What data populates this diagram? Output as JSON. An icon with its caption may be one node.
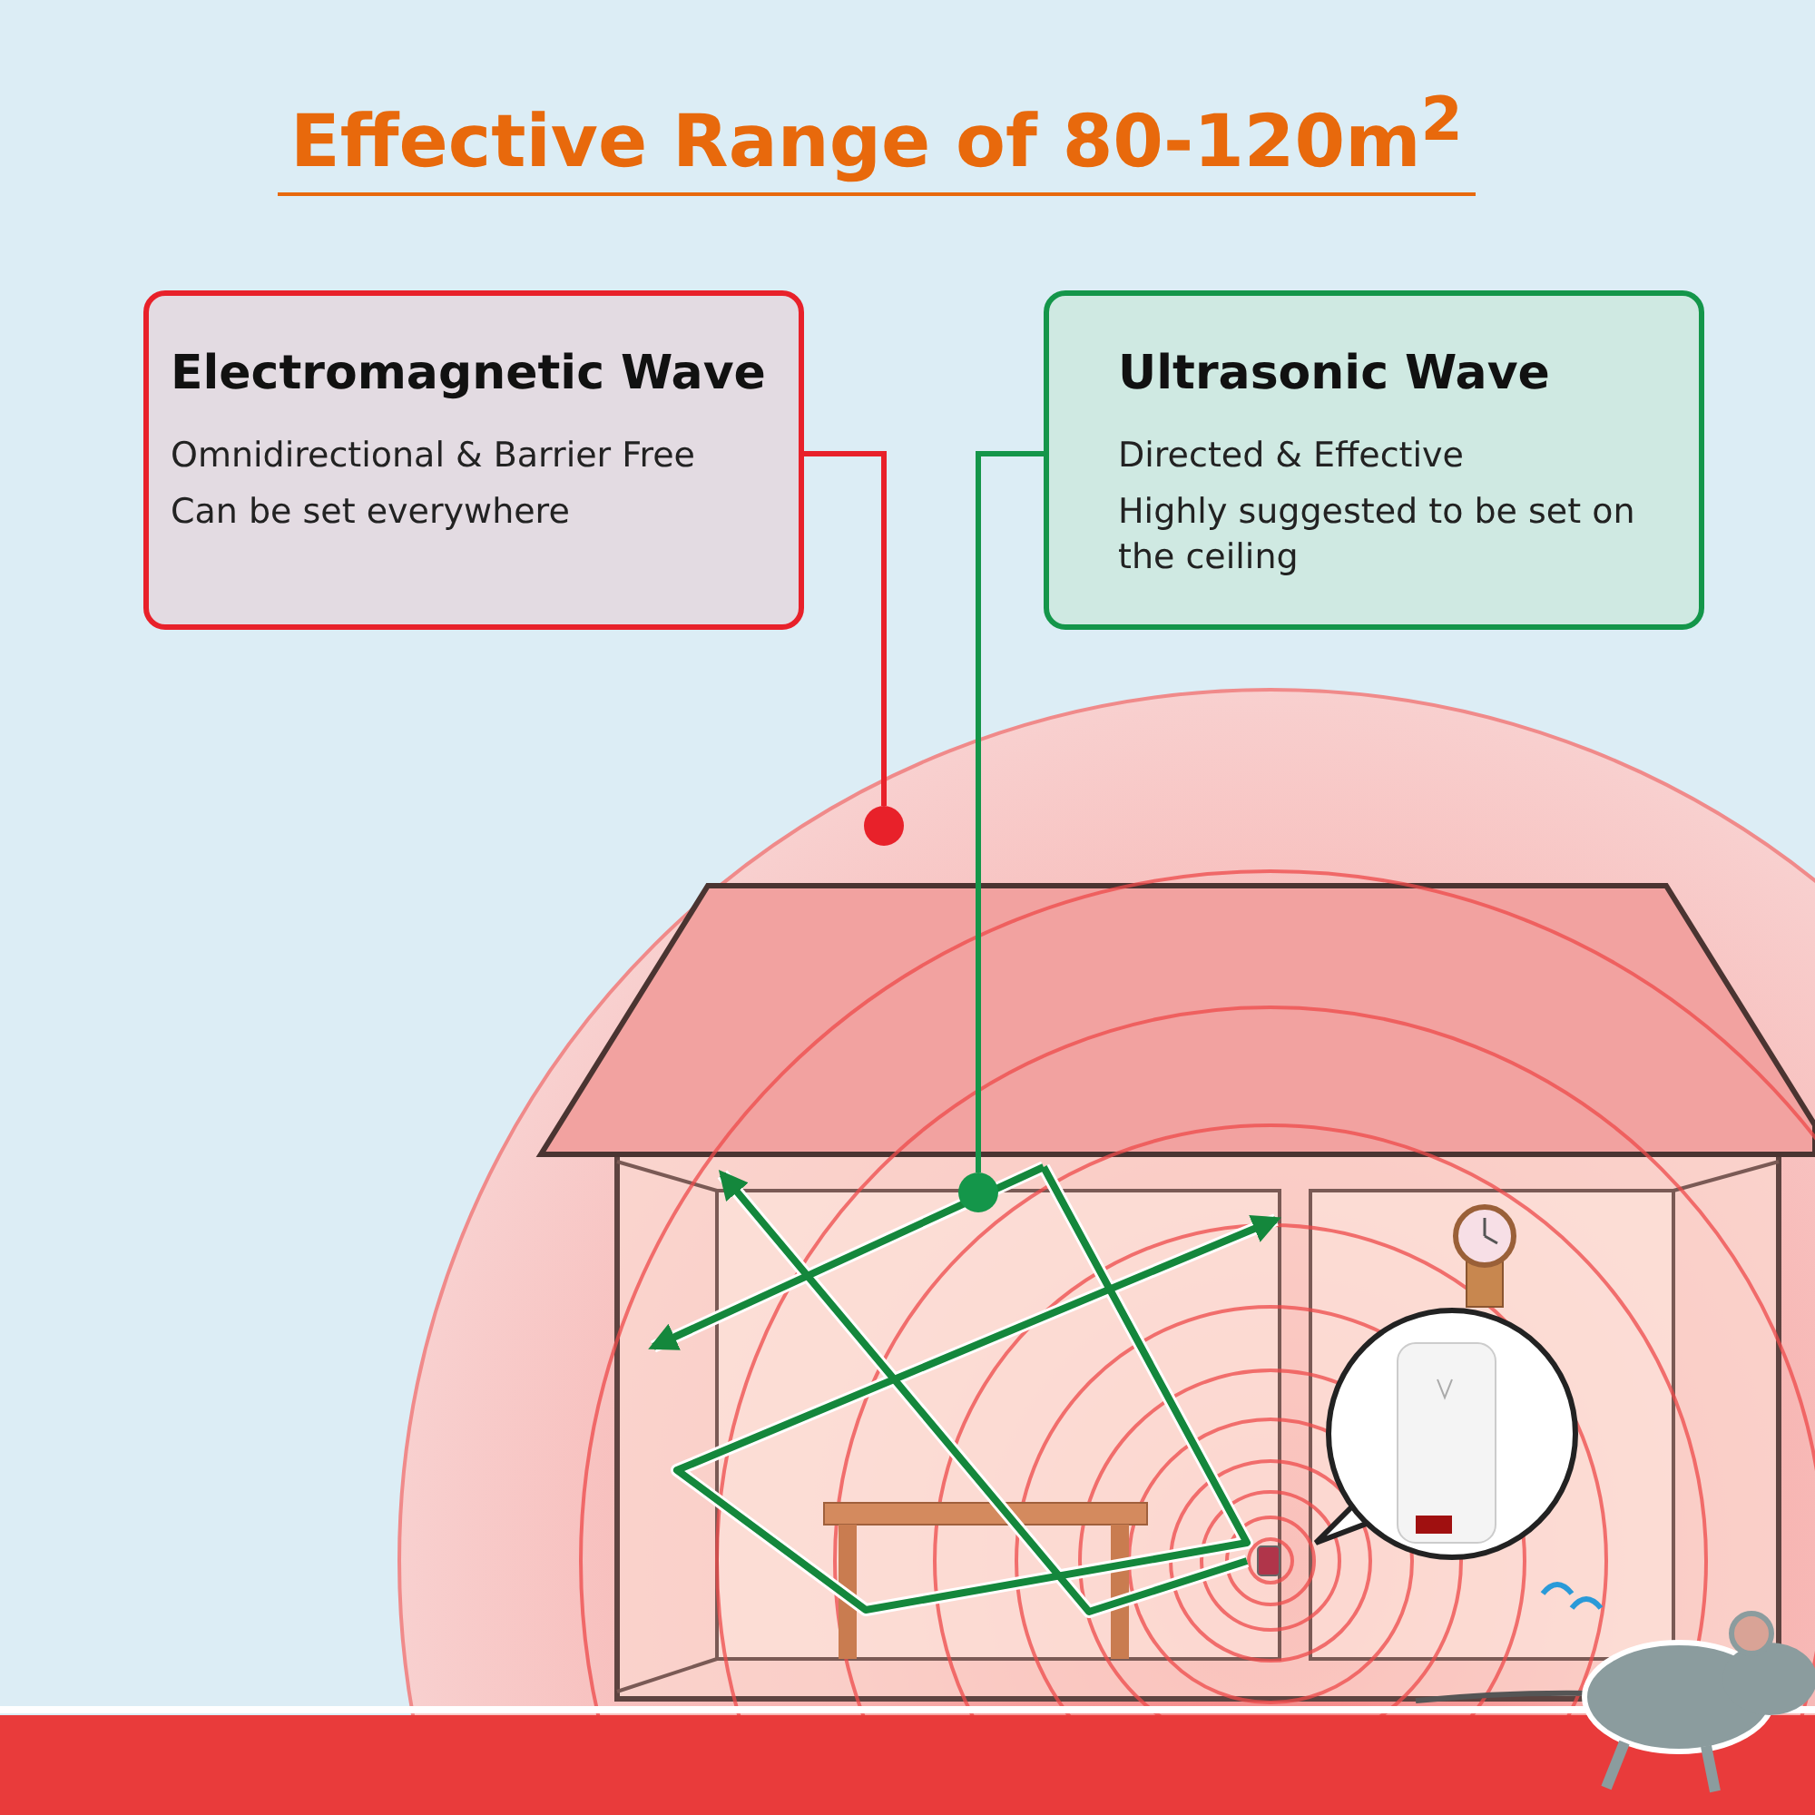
{
  "diagram": {
    "title": "Effective Range of 80-120m$^{2}$",
    "nodes": [
      {
        "text": [
          "Electromagnetic Wave",
          "Omnidirectional & Barrier Free",
          "Can be set everywhere"
        ]
      },
      {
        "text": [
          "Ultrasonic Wave",
          "Directed & Effective",
          "Highly suggested to be set on the ceiling"
        ]
      },
      {
        "text": [],
        "shape": "circle"
      },
      {
        "text": [],
        "shape": "circle"
      }
    ],
    "edges": [
      {
        "from": 0,
        "to": 2,
        "arrow": "none",
        "color": "#e8212a"
      },
      {
        "from": 1,
        "to": 3,
        "arrow": "none",
        "color": "#14964a"
      }
    ]
  }
}
